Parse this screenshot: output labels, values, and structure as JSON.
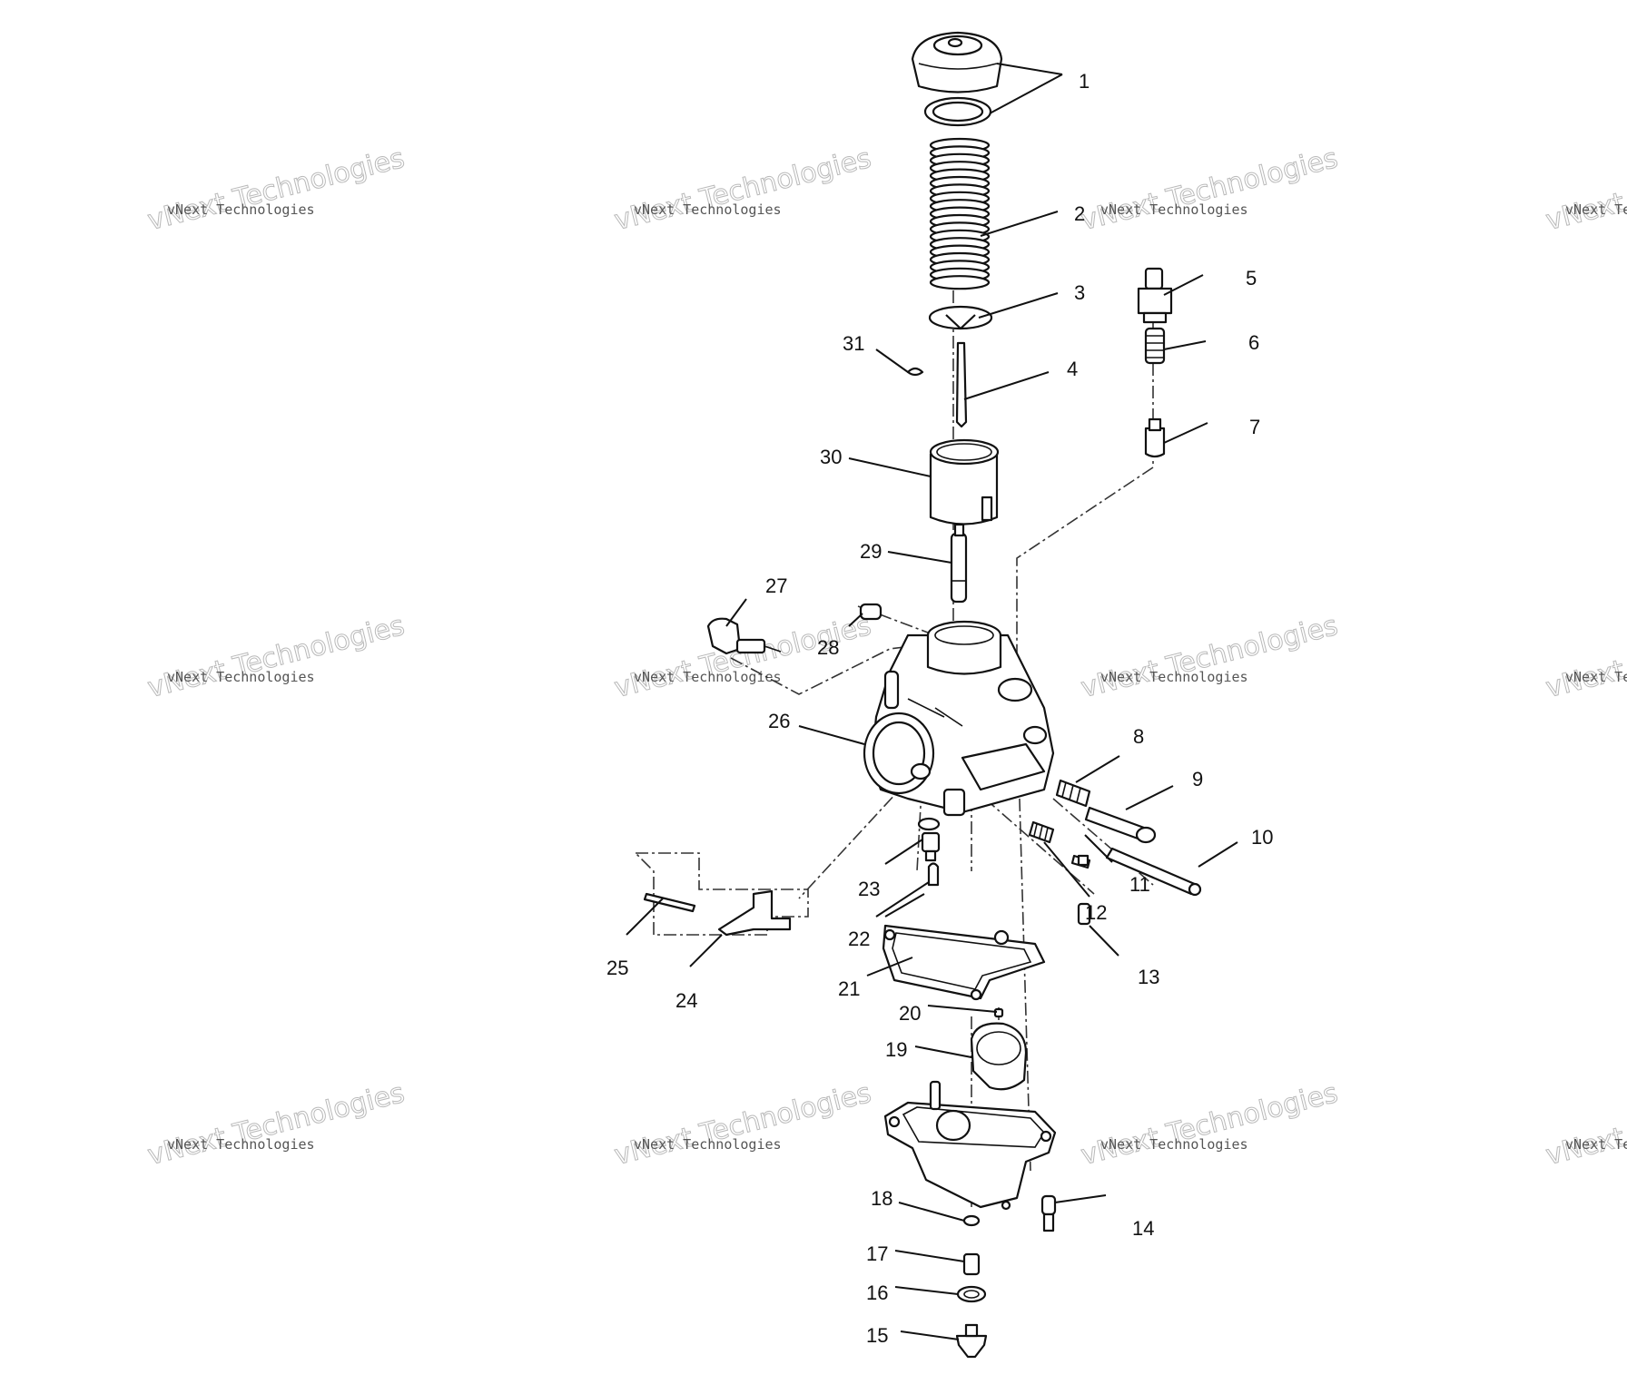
{
  "watermark": {
    "text": "vNext Technologies"
  },
  "callouts": [
    {
      "n": "1"
    },
    {
      "n": "2"
    },
    {
      "n": "3"
    },
    {
      "n": "4"
    },
    {
      "n": "5"
    },
    {
      "n": "6"
    },
    {
      "n": "7"
    },
    {
      "n": "8"
    },
    {
      "n": "9"
    },
    {
      "n": "10"
    },
    {
      "n": "11"
    },
    {
      "n": "12"
    },
    {
      "n": "13"
    },
    {
      "n": "14"
    },
    {
      "n": "15"
    },
    {
      "n": "16"
    },
    {
      "n": "17"
    },
    {
      "n": "18"
    },
    {
      "n": "19"
    },
    {
      "n": "20"
    },
    {
      "n": "21"
    },
    {
      "n": "22"
    },
    {
      "n": "23"
    },
    {
      "n": "24"
    },
    {
      "n": "25"
    },
    {
      "n": "26"
    },
    {
      "n": "27"
    },
    {
      "n": "28"
    },
    {
      "n": "29"
    },
    {
      "n": "30"
    },
    {
      "n": "31"
    }
  ]
}
